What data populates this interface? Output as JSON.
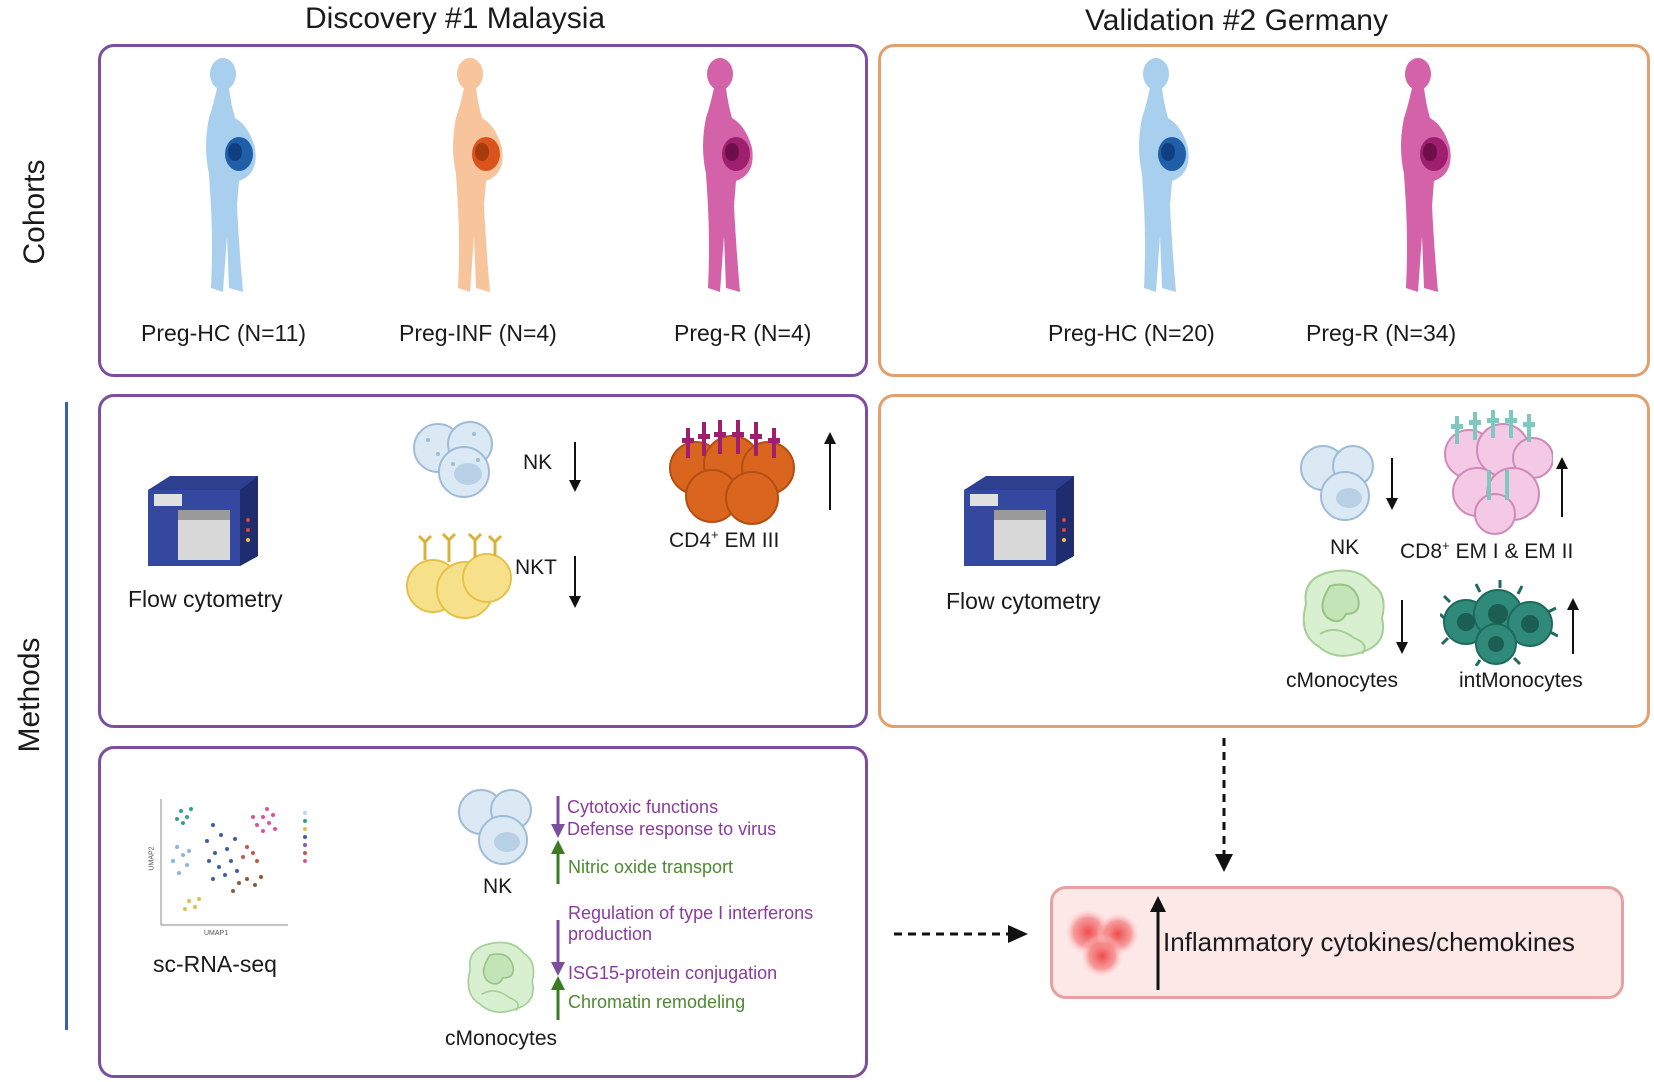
{
  "headers": {
    "discovery": "Discovery #1 Malaysia",
    "validation": "Validation #2 Germany"
  },
  "row_labels": {
    "cohorts": "Cohorts",
    "methods": "Methods"
  },
  "cohorts": {
    "discovery": [
      {
        "label": "Preg-HC (N=11)",
        "color": "#a9cfee",
        "fetus": "#1f5fa8"
      },
      {
        "label": "Preg-INF (N=4)",
        "color": "#f7c49b",
        "fetus": "#d9531c"
      },
      {
        "label": "Preg-R (N=4)",
        "color": "#d462a8",
        "fetus": "#9e1f6e"
      }
    ],
    "validation": [
      {
        "label": "Preg-HC (N=20)",
        "color": "#a9cfee",
        "fetus": "#1f5fa8"
      },
      {
        "label": "Preg-R (N=34)",
        "color": "#d462a8",
        "fetus": "#9e1f6e"
      }
    ]
  },
  "discovery_flow": {
    "instrument_label": "Flow cytometry",
    "nk": {
      "label": "NK",
      "direction": "down"
    },
    "nkt": {
      "label": "NKT",
      "direction": "down"
    },
    "cd4": {
      "label": "CD4",
      "sup": "+",
      "suffix": " EM III",
      "direction": "up"
    }
  },
  "validation_flow": {
    "instrument_label": "Flow cytometry",
    "nk": {
      "label": "NK",
      "direction": "down"
    },
    "cd8": {
      "label": "CD8",
      "sup": "+",
      "suffix": " EM I & EM II",
      "direction": "up"
    },
    "cmono": {
      "label": "cMonocytes",
      "direction": "down"
    },
    "intmono": {
      "label": "intMonocytes",
      "direction": "up"
    }
  },
  "scrna": {
    "label": "sc-RNA-seq",
    "umap_x": "UMAP1",
    "umap_y": "UMAP2",
    "nk_label": "NK",
    "nk_terms_down": [
      "Cytotoxic functions",
      "Defense response to virus"
    ],
    "nk_terms_up": [
      "Nitric oxide transport"
    ],
    "cmono_label": "cMonocytes",
    "cmono_terms_down": [
      "Regulation of type I interferons",
      "production",
      "ISG15-protein conjugation"
    ],
    "cmono_terms_up": [
      "Chromatin remodeling"
    ]
  },
  "outcome": {
    "label": "Inflammatory cytokines/chemokines",
    "direction": "up"
  },
  "colors": {
    "discovery_border": "#7b4f9e",
    "validation_border": "#e0a070",
    "methods_bar": "#3a5fb0",
    "term_down": "#8a3b9e",
    "term_up": "#4b8a2e",
    "outcome_bg": "#fde8e8",
    "outcome_border": "#e8a0a0"
  }
}
